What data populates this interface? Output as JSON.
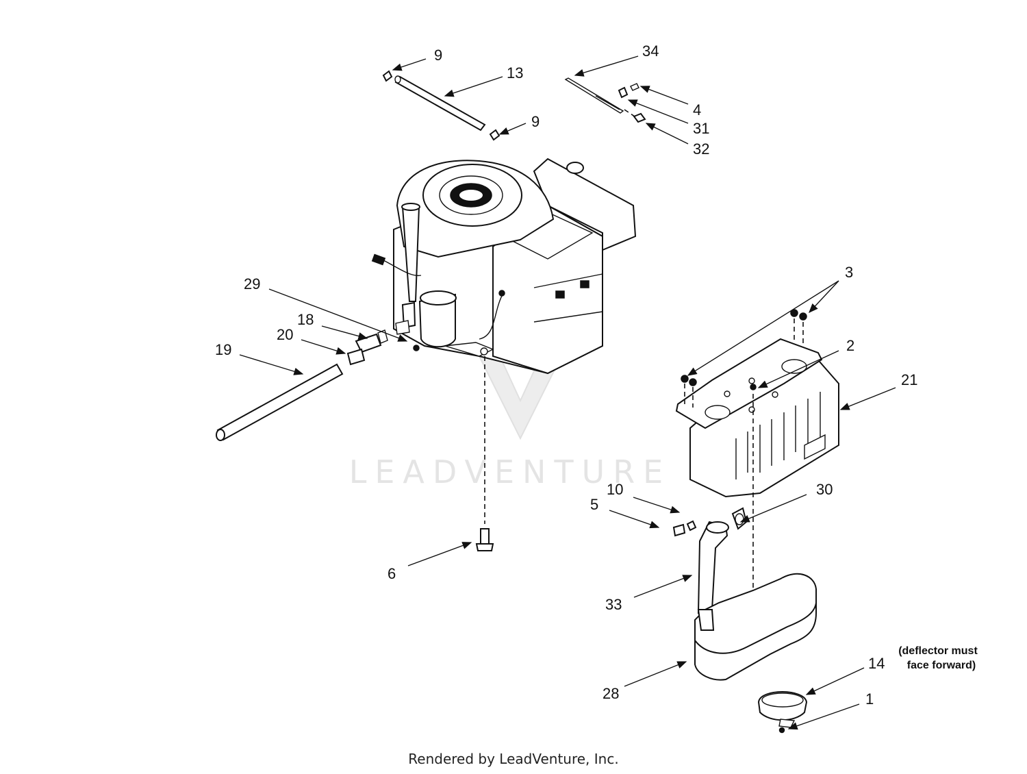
{
  "diagram": {
    "callouts": [
      {
        "id": "c9a",
        "label": "9"
      },
      {
        "id": "c13",
        "label": "13"
      },
      {
        "id": "c9b",
        "label": "9"
      },
      {
        "id": "c34",
        "label": "34"
      },
      {
        "id": "c4",
        "label": "4"
      },
      {
        "id": "c31",
        "label": "31"
      },
      {
        "id": "c32",
        "label": "32"
      },
      {
        "id": "c3",
        "label": "3"
      },
      {
        "id": "c2",
        "label": "2"
      },
      {
        "id": "c21",
        "label": "21"
      },
      {
        "id": "c29",
        "label": "29"
      },
      {
        "id": "c18",
        "label": "18"
      },
      {
        "id": "c20",
        "label": "20"
      },
      {
        "id": "c19",
        "label": "19"
      },
      {
        "id": "c10",
        "label": "10"
      },
      {
        "id": "c5",
        "label": "5"
      },
      {
        "id": "c30",
        "label": "30"
      },
      {
        "id": "c6",
        "label": "6"
      },
      {
        "id": "c33",
        "label": "33"
      },
      {
        "id": "c14",
        "label": "14"
      },
      {
        "id": "c28",
        "label": "28"
      },
      {
        "id": "c1",
        "label": "1"
      }
    ],
    "note_line1": "(deflector must",
    "note_line2": "face forward)",
    "watermark": "LEADVENTURE"
  },
  "footer": {
    "text": "Rendered by LeadVenture, Inc."
  }
}
